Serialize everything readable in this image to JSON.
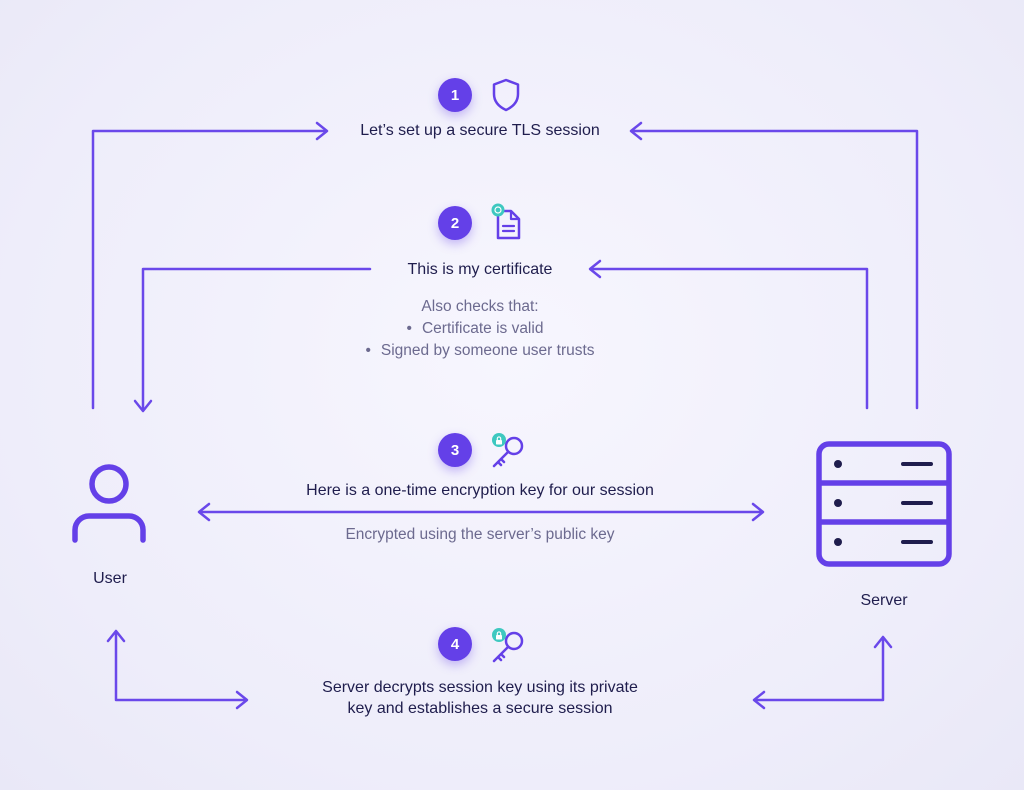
{
  "steps": [
    {
      "number": "1",
      "icon": "shield-icon",
      "heading": "Let’s set up a secure TLS session"
    },
    {
      "number": "2",
      "icon": "certificate-icon",
      "heading": "This is my certificate",
      "notes_title": "Also checks that:",
      "notes": [
        "Certificate is valid",
        "Signed by someone user trusts"
      ]
    },
    {
      "number": "3",
      "icon": "key-icon",
      "heading": "Here is a one-time encryption key for our session",
      "subtext": "Encrypted using the server’s public key"
    },
    {
      "number": "4",
      "icon": "key-icon",
      "heading_line1": "Server decrypts session key using its private",
      "heading_line2": "key and establishes a secure session"
    }
  ],
  "user": {
    "label": "User",
    "icon": "user-icon"
  },
  "server": {
    "label": "Server",
    "icon": "server-icon"
  },
  "colors": {
    "accent": "#6440e8",
    "line": "#6a48ea",
    "text": "#1f1d4d",
    "muted": "#6c6a8f",
    "badge_teal": "#3ec8c0",
    "background": "#f1f0fb"
  }
}
